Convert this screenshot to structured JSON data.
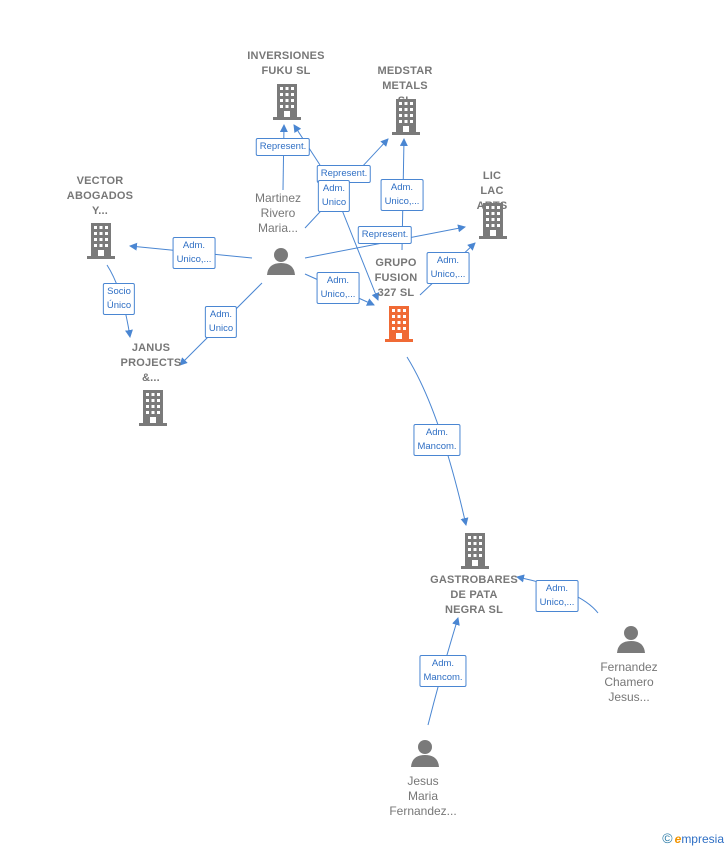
{
  "colors": {
    "building": "#7a7a7a",
    "highlight": "#f06a35",
    "person": "#7a7a7a",
    "link": "#4a86d2"
  },
  "nodes": {
    "inversiones": {
      "label": "INVERSIONES\nFUKU  SL",
      "icon": "building-icon"
    },
    "medstar": {
      "label": "MEDSTAR\nMETALS  SL",
      "icon": "building-icon"
    },
    "vector": {
      "label": "VECTOR\nABOGADOS\nY...",
      "icon": "building-icon"
    },
    "liclac": {
      "label": "LIC LAC\nARTS  SL",
      "icon": "building-icon"
    },
    "martinez": {
      "label": "Martinez\nRivero\nMaria...",
      "icon": "person-icon"
    },
    "grupo": {
      "label": "GRUPO\nFUSION\n327  SL",
      "icon": "building-icon"
    },
    "janus": {
      "label": "JANUS\nPROJECTS\n&...",
      "icon": "building-icon"
    },
    "gastro": {
      "label": "GASTROBARES\nDE PATA\nNEGRA  SL",
      "icon": "building-icon"
    },
    "fernandez": {
      "label": "Fernandez\nChamero\nJesus...",
      "icon": "person-icon"
    },
    "jesus": {
      "label": "Jesus\nMaria\nFernandez...",
      "icon": "person-icon"
    }
  },
  "relations": {
    "r1": "Represent.",
    "r2": "Represent.",
    "r3": "Adm.\nUnico",
    "r4": "Adm.\nUnico,...",
    "r5": "Represent.",
    "r6": "Adm.\nUnico,...",
    "r7": "Adm.\nUnico,...",
    "r8": "Adm.\nUnico,...",
    "r9": "Socio\nÚnico",
    "r10": "Adm.\nUnico",
    "r11": "Adm.\nMancom.",
    "r12": "Adm.\nUnico,...",
    "r13": "Adm.\nMancom."
  },
  "footer": {
    "copyright": "©",
    "brand_first": "e",
    "brand_rest": "mpresia"
  }
}
